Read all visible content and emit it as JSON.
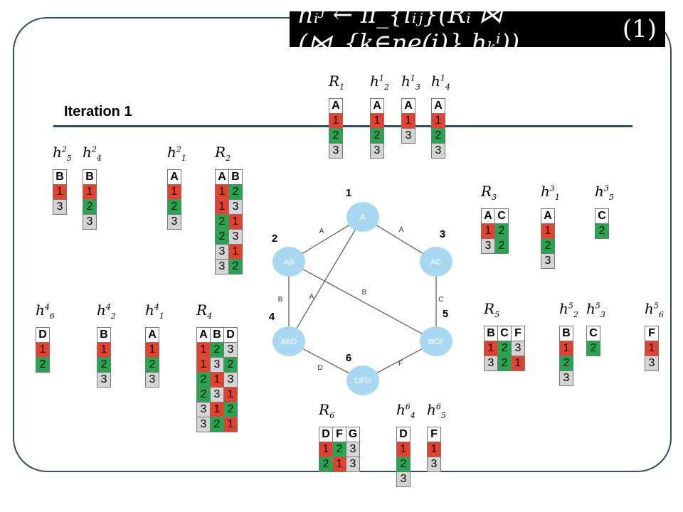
{
  "title": "Iteration 1",
  "formula": {
    "text": "hᵢʲ ← π_{lᵢⱼ}(Rᵢ ⋈ (⋈_{k∈ne(i)} hₖⁱ))",
    "number": "(1)"
  },
  "tables": [
    {
      "name": "R1-table",
      "label": {
        "base": "R",
        "sub": "1",
        "sup": ""
      },
      "headers": [
        "A"
      ],
      "rows": [
        [
          "1"
        ],
        [
          "2"
        ],
        [
          "3"
        ]
      ],
      "colors": [
        [
          "r"
        ],
        [
          "g"
        ],
        [
          "y"
        ]
      ]
    },
    {
      "name": "h2-1-table",
      "label": {
        "base": "h",
        "sub": "2",
        "sup": "1"
      },
      "headers": [
        "A"
      ],
      "rows": [
        [
          "1"
        ],
        [
          "2"
        ],
        [
          "3"
        ]
      ],
      "colors": [
        [
          "r"
        ],
        [
          "g"
        ],
        [
          "y"
        ]
      ]
    },
    {
      "name": "h3-1-table",
      "label": {
        "base": "h",
        "sub": "3",
        "sup": "1"
      },
      "headers": [
        "A"
      ],
      "rows": [
        [
          "1"
        ],
        [
          "3"
        ]
      ],
      "colors": [
        [
          "r"
        ],
        [
          "y"
        ]
      ]
    },
    {
      "name": "h4-1-table",
      "label": {
        "base": "h",
        "sub": "4",
        "sup": "1"
      },
      "headers": [
        "A"
      ],
      "rows": [
        [
          "1"
        ],
        [
          "2"
        ],
        [
          "3"
        ]
      ],
      "colors": [
        [
          "r"
        ],
        [
          "g"
        ],
        [
          "y"
        ]
      ]
    },
    {
      "name": "h5-2-table",
      "label": {
        "base": "h",
        "sub": "5",
        "sup": "2"
      },
      "headers": [
        "B"
      ],
      "rows": [
        [
          "1"
        ],
        [
          "3"
        ]
      ],
      "colors": [
        [
          "r"
        ],
        [
          "y"
        ]
      ]
    },
    {
      "name": "h4-2-table",
      "label": {
        "base": "h",
        "sub": "4",
        "sup": "2"
      },
      "headers": [
        "B"
      ],
      "rows": [
        [
          "1"
        ],
        [
          "2"
        ],
        [
          "3"
        ]
      ],
      "colors": [
        [
          "r"
        ],
        [
          "g"
        ],
        [
          "y"
        ]
      ]
    },
    {
      "name": "h1-2-table",
      "label": {
        "base": "h",
        "sub": "1",
        "sup": "2"
      },
      "headers": [
        "A"
      ],
      "rows": [
        [
          "1"
        ],
        [
          "2"
        ],
        [
          "3"
        ]
      ],
      "colors": [
        [
          "r"
        ],
        [
          "g"
        ],
        [
          "y"
        ]
      ]
    },
    {
      "name": "R2-table",
      "label": {
        "base": "R",
        "sub": "2",
        "sup": ""
      },
      "headers": [
        "A",
        "B"
      ],
      "rows": [
        [
          "1",
          "2"
        ],
        [
          "1",
          "3"
        ],
        [
          "2",
          "1"
        ],
        [
          "2",
          "3"
        ],
        [
          "3",
          "1"
        ],
        [
          "3",
          "2"
        ]
      ],
      "colors": [
        [
          "r",
          "g"
        ],
        [
          "r",
          "y"
        ],
        [
          "g",
          "r"
        ],
        [
          "g",
          "y"
        ],
        [
          "y",
          "r"
        ],
        [
          "y",
          "g"
        ]
      ]
    },
    {
      "name": "R3-table",
      "label": {
        "base": "R",
        "sub": "3",
        "sup": ""
      },
      "headers": [
        "A",
        "C"
      ],
      "rows": [
        [
          "1",
          "2"
        ],
        [
          "3",
          "2"
        ]
      ],
      "colors": [
        [
          "r",
          "g"
        ],
        [
          "y",
          "g"
        ]
      ]
    },
    {
      "name": "h1-3-table",
      "label": {
        "base": "h",
        "sub": "1",
        "sup": "3"
      },
      "headers": [
        "A"
      ],
      "rows": [
        [
          "1"
        ],
        [
          "2"
        ],
        [
          "3"
        ]
      ],
      "colors": [
        [
          "r"
        ],
        [
          "g"
        ],
        [
          "y"
        ]
      ]
    },
    {
      "name": "h5-3-table",
      "label": {
        "base": "h",
        "sub": "5",
        "sup": "3"
      },
      "headers": [
        "C"
      ],
      "rows": [
        [
          "2"
        ]
      ],
      "colors": [
        [
          "g"
        ]
      ]
    },
    {
      "name": "h6-4-table",
      "label": {
        "base": "h",
        "sub": "6",
        "sup": "4"
      },
      "headers": [
        "D"
      ],
      "rows": [
        [
          "1"
        ],
        [
          "2"
        ]
      ],
      "colors": [
        [
          "r"
        ],
        [
          "g"
        ]
      ]
    },
    {
      "name": "h2-4-table",
      "label": {
        "base": "h",
        "sub": "2",
        "sup": "4"
      },
      "headers": [
        "B"
      ],
      "rows": [
        [
          "1"
        ],
        [
          "2"
        ],
        [
          "3"
        ]
      ],
      "colors": [
        [
          "r"
        ],
        [
          "g"
        ],
        [
          "y"
        ]
      ]
    },
    {
      "name": "h1-4-table",
      "label": {
        "base": "h",
        "sub": "1",
        "sup": "4"
      },
      "headers": [
        "A"
      ],
      "rows": [
        [
          "1"
        ],
        [
          "2"
        ],
        [
          "3"
        ]
      ],
      "colors": [
        [
          "r"
        ],
        [
          "g"
        ],
        [
          "y"
        ]
      ]
    },
    {
      "name": "R4-table",
      "label": {
        "base": "R",
        "sub": "4",
        "sup": ""
      },
      "headers": [
        "A",
        "B",
        "D"
      ],
      "rows": [
        [
          "1",
          "2",
          "3"
        ],
        [
          "1",
          "3",
          "2"
        ],
        [
          "2",
          "1",
          "3"
        ],
        [
          "2",
          "3",
          "1"
        ],
        [
          "3",
          "1",
          "2"
        ],
        [
          "3",
          "2",
          "1"
        ]
      ],
      "colors": [
        [
          "r",
          "g",
          "y"
        ],
        [
          "r",
          "y",
          "g"
        ],
        [
          "g",
          "r",
          "y"
        ],
        [
          "g",
          "y",
          "r"
        ],
        [
          "y",
          "r",
          "g"
        ],
        [
          "y",
          "g",
          "r"
        ]
      ]
    },
    {
      "name": "R5-table",
      "label": {
        "base": "R",
        "sub": "5",
        "sup": ""
      },
      "headers": [
        "B",
        "C",
        "F"
      ],
      "rows": [
        [
          "1",
          "2",
          "3"
        ],
        [
          "3",
          "2",
          "1"
        ]
      ],
      "colors": [
        [
          "r",
          "g",
          "y"
        ],
        [
          "y",
          "g",
          "r"
        ]
      ]
    },
    {
      "name": "h2-5-table",
      "label": {
        "base": "h",
        "sub": "2",
        "sup": "5"
      },
      "headers": [
        "B"
      ],
      "rows": [
        [
          "1"
        ],
        [
          "2"
        ],
        [
          "3"
        ]
      ],
      "colors": [
        [
          "r"
        ],
        [
          "g"
        ],
        [
          "y"
        ]
      ]
    },
    {
      "name": "h3-5-table",
      "label": {
        "base": "h",
        "sub": "3",
        "sup": "5"
      },
      "headers": [
        "C"
      ],
      "rows": [
        [
          "2"
        ]
      ],
      "colors": [
        [
          "g"
        ]
      ]
    },
    {
      "name": "h6-5-table",
      "label": {
        "base": "h",
        "sub": "6",
        "sup": "5"
      },
      "headers": [
        "F"
      ],
      "rows": [
        [
          "1"
        ],
        [
          "3"
        ]
      ],
      "colors": [
        [
          "r"
        ],
        [
          "y"
        ]
      ]
    },
    {
      "name": "R6-table",
      "label": {
        "base": "R",
        "sub": "6",
        "sup": ""
      },
      "headers": [
        "D",
        "F",
        "G"
      ],
      "rows": [
        [
          "1",
          "2",
          "3"
        ],
        [
          "2",
          "1",
          "3"
        ]
      ],
      "colors": [
        [
          "r",
          "g",
          "y"
        ],
        [
          "g",
          "r",
          "y"
        ]
      ]
    },
    {
      "name": "h4-6-table",
      "label": {
        "base": "h",
        "sub": "4",
        "sup": "6"
      },
      "headers": [
        "D"
      ],
      "rows": [
        [
          "1"
        ],
        [
          "2"
        ],
        [
          "3"
        ]
      ],
      "colors": [
        [
          "r"
        ],
        [
          "g"
        ],
        [
          "y"
        ]
      ]
    },
    {
      "name": "h5-6-table",
      "label": {
        "base": "h",
        "sub": "5",
        "sup": "6"
      },
      "headers": [
        "F"
      ],
      "rows": [
        [
          "1"
        ],
        [
          "3"
        ]
      ],
      "colors": [
        [
          "r"
        ],
        [
          "y"
        ]
      ]
    }
  ],
  "graph": {
    "nodes": [
      {
        "id": "1",
        "label": "A"
      },
      {
        "id": "2",
        "label": "AB"
      },
      {
        "id": "3",
        "label": "AC"
      },
      {
        "id": "4",
        "label": "ABD"
      },
      {
        "id": "5",
        "label": "BCF"
      },
      {
        "id": "6",
        "label": "DFG"
      }
    ],
    "edges": [
      {
        "from": "1",
        "to": "2",
        "label": "A"
      },
      {
        "from": "1",
        "to": "3",
        "label": "A"
      },
      {
        "from": "2",
        "to": "5",
        "label": "B"
      },
      {
        "from": "1",
        "to": "4",
        "label": "A"
      },
      {
        "from": "2",
        "to": "4",
        "label": "B"
      },
      {
        "from": "3",
        "to": "5",
        "label": "C"
      },
      {
        "from": "4",
        "to": "6",
        "label": "D"
      },
      {
        "from": "5",
        "to": "6",
        "label": "F"
      }
    ]
  },
  "colors": {
    "r": "#e8412b",
    "g": "#22a84f",
    "y": "#d4d4d4",
    "node": "#a9d8f2",
    "frame": "#2f5060"
  }
}
